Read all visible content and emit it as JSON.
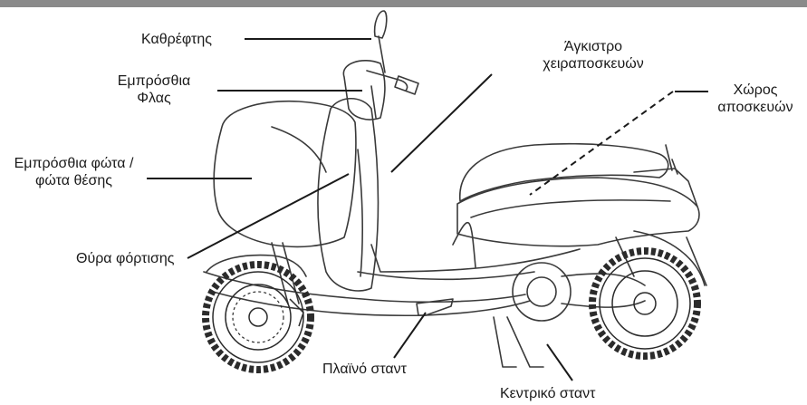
{
  "colors": {
    "header_bar": "#8a8a8a",
    "line": "#1a1a1a",
    "outline": "#3a3a3a",
    "tyre": "#2b2b2b"
  },
  "labels": {
    "mirror": "Καθρέφτης",
    "front_indicator_1": "Εμπρόσθια",
    "front_indicator_2": "Φλας",
    "headlight_1": "Εμπρόσθια φώτα /",
    "headlight_2": "φώτα θέσης",
    "charging_port": "Θύρα φόρτισης",
    "bag_hook_1": "Άγκιστρο",
    "bag_hook_2": "χειραποσκευών",
    "storage_1": "Χώρος",
    "storage_2": "αποσκευών",
    "side_stand": "Πλαϊνό σταντ",
    "center_stand": "Κεντρικό σταντ"
  }
}
